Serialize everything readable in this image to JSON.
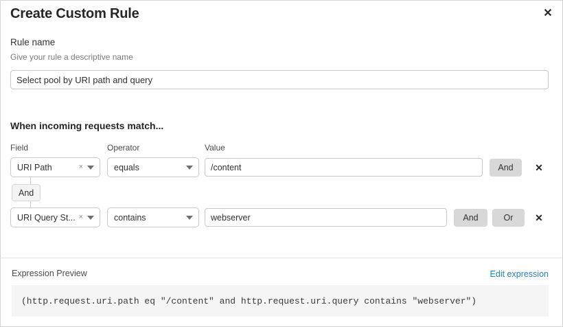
{
  "dialog": {
    "title": "Create Custom Rule",
    "close_label": "✕"
  },
  "rule_name": {
    "label": "Rule name",
    "description": "Give your rule a descriptive name",
    "value": "Select pool by URI path and query",
    "placeholder": "Select pool by URI path and query"
  },
  "match_section": {
    "heading": "When incoming requests match...",
    "columns": {
      "field": "Field",
      "operator": "Operator",
      "value": "Value"
    },
    "connector": {
      "label": "And"
    },
    "rows": [
      {
        "field": "URI Path",
        "field_clear": "×",
        "operator": "equals",
        "value": "/content",
        "value_placeholder": "/content",
        "buttons": [
          "And"
        ],
        "delete_label": "✕"
      },
      {
        "field": "URI Query St...",
        "field_clear": "×",
        "operator": "contains",
        "value": "webserver",
        "value_placeholder": "webserver",
        "buttons": [
          "And",
          "Or"
        ],
        "delete_label": "✕"
      }
    ]
  },
  "expression": {
    "label": "Expression Preview",
    "edit_link": "Edit expression",
    "code": "(http.request.uri.path eq \"/content\" and http.request.uri.query contains \"webserver\")"
  },
  "colors": {
    "link": "#2d7eb3",
    "pill": "#d8d8d8",
    "code_bg": "#f5f5f5",
    "border": "#c9c9c9"
  }
}
